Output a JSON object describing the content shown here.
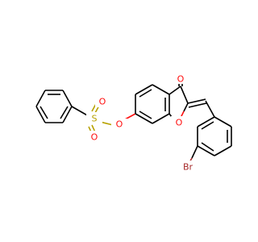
{
  "colors": {
    "bond": "#000000",
    "oxygen": "#ff0d0d",
    "sulfur": "#b8a200",
    "bromine": "#a62929"
  },
  "atoms": {
    "carbonyl_oxygen": "O",
    "ring_oxygen": "O",
    "ester_oxygen": "O",
    "sulfur": "S",
    "sulfonyl_oxygen_top": "O",
    "sulfonyl_oxygen_bottom": "O",
    "bromine": "Br"
  }
}
